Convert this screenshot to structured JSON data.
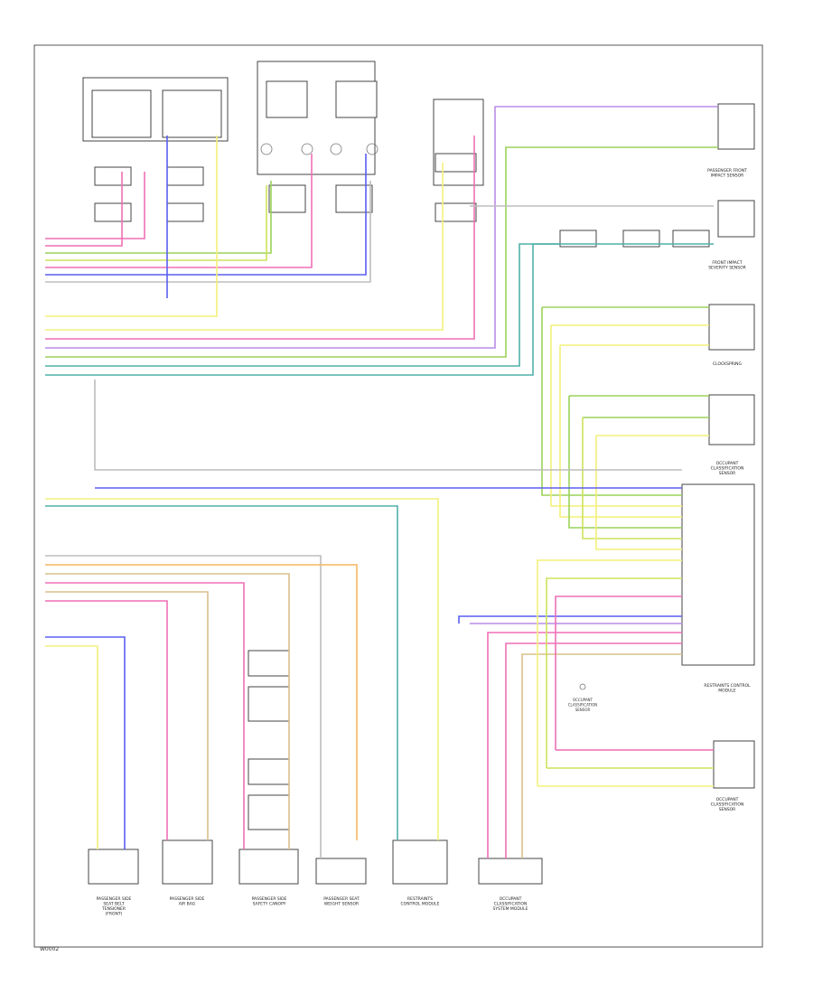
{
  "footer": {
    "code": "W0002"
  },
  "wire_colors": {
    "green": "#9bd25a",
    "pink": "#ef6fb5",
    "blue": "#5a5ff0",
    "yellow": "#f4f07a",
    "orange": "#f3b760",
    "teal": "#4fb0a8",
    "tan": "#d8c08a",
    "gray": "#bdbdbd",
    "lime": "#cfe25a",
    "violet": "#b98be8"
  },
  "bottom_components": [
    {
      "id": "c1",
      "label": "PASSENGER SIDE SEAT BELT TENSIONER (FRONT)"
    },
    {
      "id": "c2",
      "label": "PASSENGER SIDE AIR BAG"
    },
    {
      "id": "c3",
      "label": "PASSENGER SIDE SAFETY CANOPY"
    },
    {
      "id": "c4",
      "label": "PASSENGER SEAT WEIGHT SENSOR"
    },
    {
      "id": "c5",
      "label": "RESTRAINTS CONTROL MODULE"
    },
    {
      "id": "c6",
      "label": "OCCUPANT CLASSIFICATION SYSTEM MODULE"
    }
  ],
  "right_components": [
    {
      "id": "r1",
      "label": "PASSENGER FRONT IMPACT SENSOR"
    },
    {
      "id": "r2",
      "label": "FRONT IMPACT SEVERITY SENSOR"
    },
    {
      "id": "r3",
      "label": "CLOCKSPRING"
    },
    {
      "id": "r4",
      "label": "OCCUPANT CLASSIFICATION SENSOR"
    },
    {
      "id": "r5",
      "label": "RESTRAINTS CONTROL MODULE"
    },
    {
      "id": "r6",
      "label": "OCCUPANT CLASSIFICATION SENSOR"
    }
  ],
  "center_note": "OCCUPANT CLASSIFICATION SENSOR"
}
